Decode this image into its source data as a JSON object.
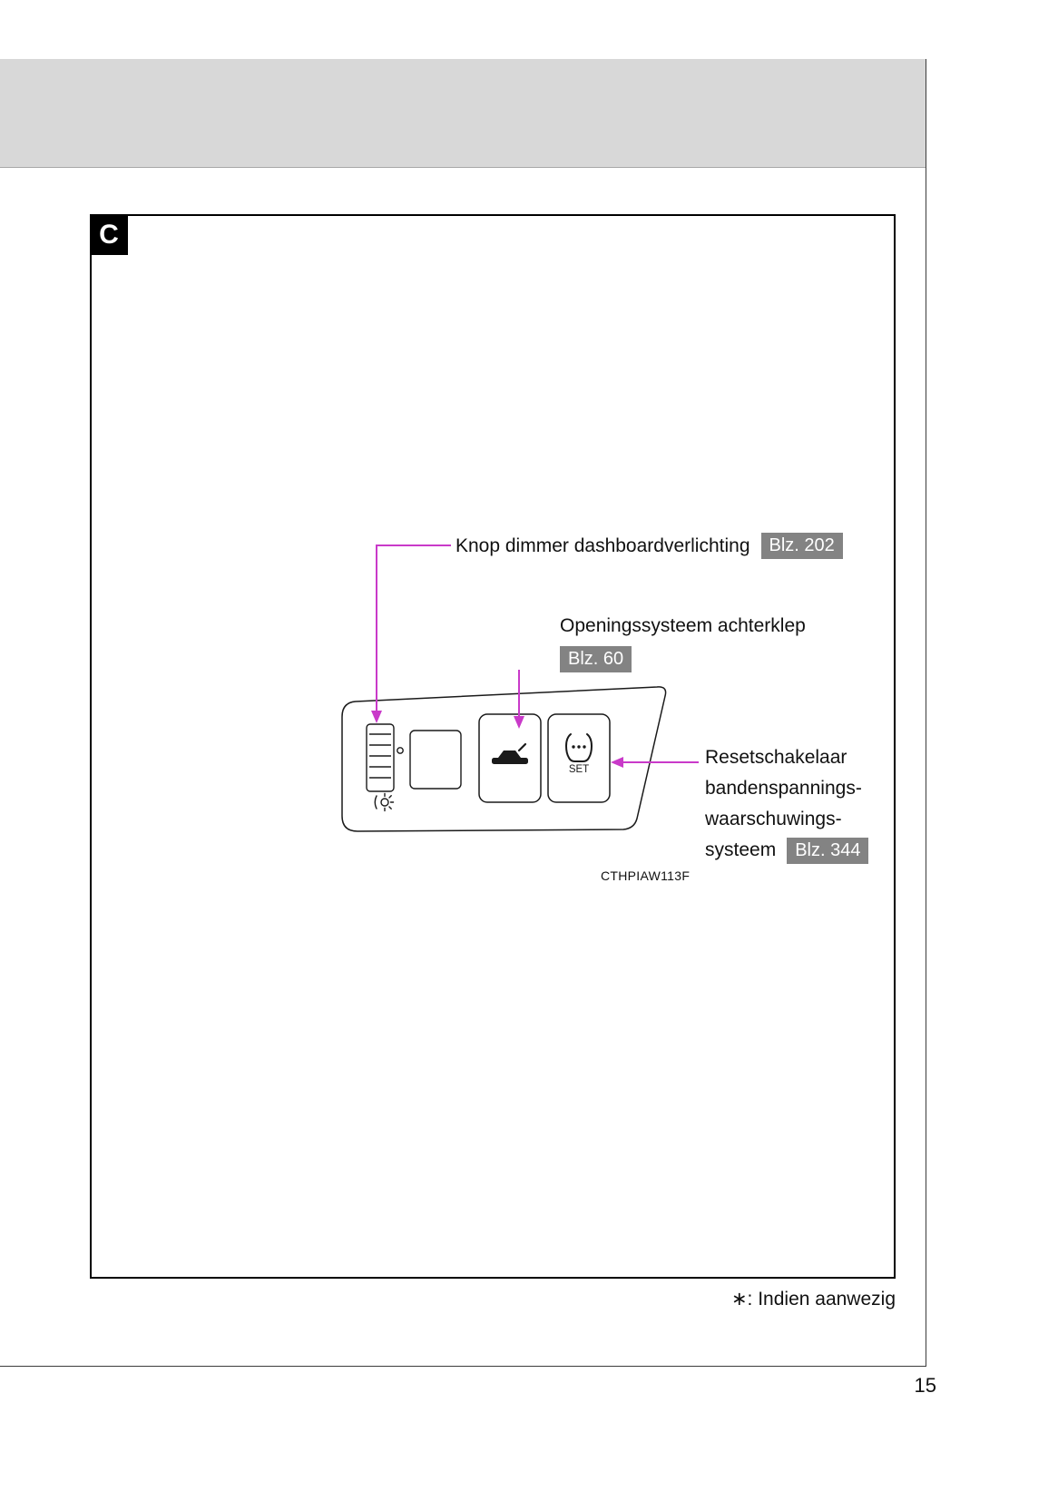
{
  "header": {
    "section_label": "C"
  },
  "callouts": {
    "dimmer": {
      "label": "Knop dimmer dashboardverlichting",
      "ref": "Blz. 202"
    },
    "tailgate": {
      "label": "Openingssysteem achterklep",
      "ref": "Blz. 60"
    },
    "tpms": {
      "line1": "Resetschakelaar",
      "line2": "bandenspannings-",
      "line3": "waarschuwings-",
      "line4": "systeem",
      "ref": "Blz. 344"
    }
  },
  "figure": {
    "code": "CTHPIAW113F",
    "set_button_text": "SET"
  },
  "footer": {
    "footnote": "∗: Indien aanwezig",
    "page_number": "15"
  },
  "colors": {
    "callout_magenta": "#c93ac9",
    "badge_gray": "#838383",
    "band_gray": "#d8d8d8"
  }
}
